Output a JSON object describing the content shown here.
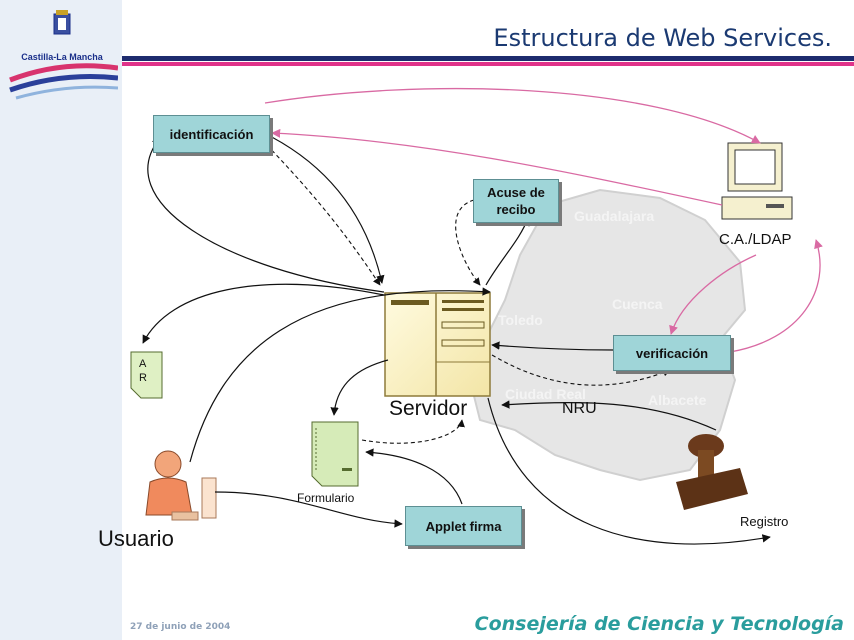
{
  "slide": {
    "title": "Estructura de Web Services.",
    "logo_text": "Castilla-La Mancha",
    "footer_date": "27 de junio de 2004",
    "footer_department": "Consejería de Ciencia y Tecnología"
  },
  "diagram": {
    "nodes": {
      "identificacion": "identificación",
      "acuse": "Acuse de\nrecibo",
      "verificacion": "verificación",
      "applet": "Applet firma"
    },
    "labels": {
      "servidor": "Servidor",
      "usuario": "Usuario",
      "formulario": "Formulario",
      "ca_ldap": "C.A./LDAP",
      "registro": "Registro",
      "nru": "NRU",
      "ar": "A\nR"
    },
    "map_labels": [
      "Guadalajara",
      "Cuenca",
      "Toledo",
      "Ciudad Real",
      "Albacete"
    ]
  },
  "colors": {
    "box_fill": "#9fd5d8",
    "arrow_pink": "#d96aa3",
    "band_navy": "#1d2b6e",
    "band_pink": "#e0338a",
    "footer_teal": "#2a9d9d"
  }
}
